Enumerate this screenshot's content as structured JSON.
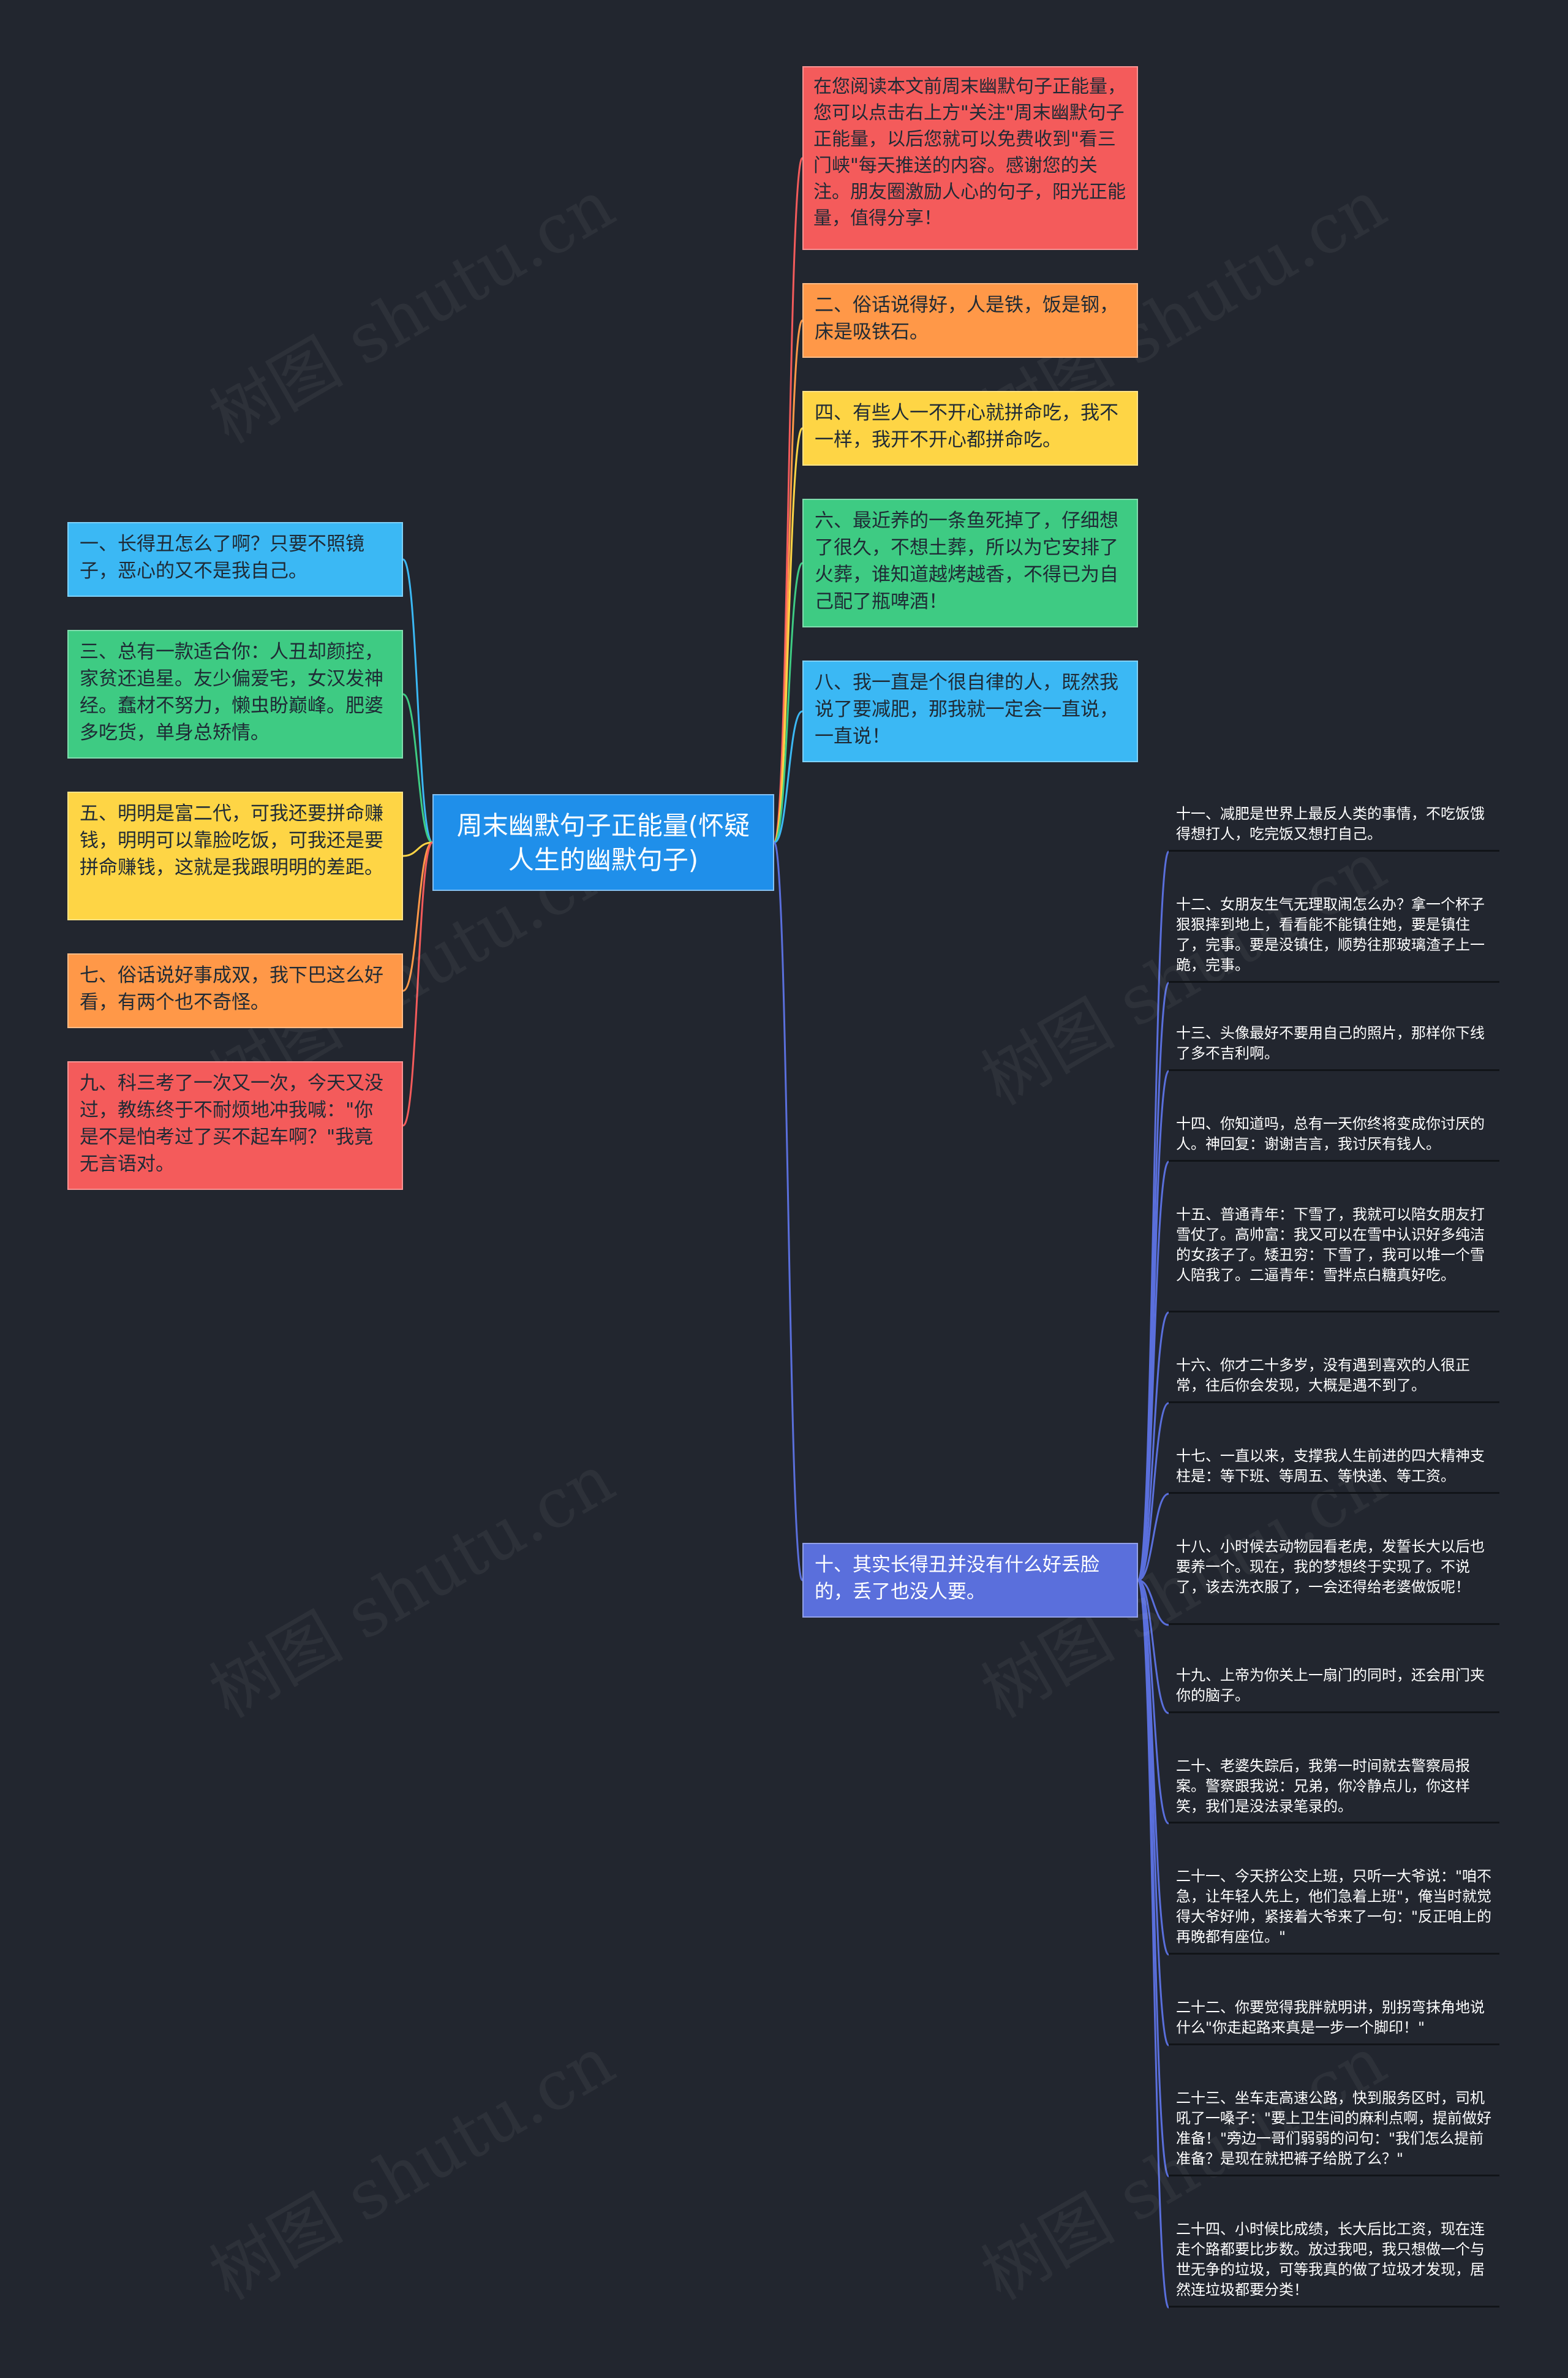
{
  "root": {
    "title": "周末幽默句子正能量(怀疑人生的幽默句子)"
  },
  "watermark": "树图 shutu.cn",
  "colors": {
    "background": "#22262f",
    "root": "#1f8fea",
    "red": "#f45b5b",
    "orange": "#ff9848",
    "yellow": "#fed545",
    "green": "#3ecb83",
    "blue": "#3bb8f4",
    "indigo": "#5a6fdc"
  },
  "left_nodes": [
    {
      "text": "一、长得丑怎么了啊？只要不照镜子，恶心的又不是我自己。",
      "color": "blue"
    },
    {
      "text": "三、总有一款适合你：人丑却颜控，家贫还追星。友少偏爱宅，女汉发神经。蠢材不努力，懒虫盼巅峰。肥婆多吃货，单身总矫情。",
      "color": "green"
    },
    {
      "text": "五、明明是富二代，可我还要拼命赚钱，明明可以靠脸吃饭，可我还是要拼命赚钱，这就是我跟明明的差距。",
      "color": "yellow"
    },
    {
      "text": "七、俗话说好事成双，我下巴这么好看，有两个也不奇怪。",
      "color": "orange"
    },
    {
      "text": "九、科三考了一次又一次，今天又没过，教练终于不耐烦地冲我喊：\"你是不是怕考过了买不起车啊？\"我竟无言语对。",
      "color": "red"
    }
  ],
  "right_nodes": [
    {
      "text": "在您阅读本文前周末幽默句子正能量，您可以点击右上方\"关注\"周末幽默句子正能量，以后您就可以免费收到\"看三门峡\"每天推送的内容。感谢您的关注。朋友圈激励人心的句子，阳光正能量，值得分享！",
      "color": "red"
    },
    {
      "text": "二、俗话说得好，人是铁，饭是钢，床是吸铁石。",
      "color": "orange"
    },
    {
      "text": "四、有些人一不开心就拼命吃，我不一样，我开不开心都拼命吃。",
      "color": "yellow"
    },
    {
      "text": "六、最近养的一条鱼死掉了，仔细想了很久，不想土葬，所以为它安排了火葬，谁知道越烤越香，不得已为自己配了瓶啤酒！",
      "color": "green"
    },
    {
      "text": "八、我一直是个很自律的人，既然我说了要减肥，那我就一定会一直说，一直说！",
      "color": "blue"
    },
    {
      "text": "十、其实长得丑并没有什么好丢脸的，丢了也没人要。",
      "color": "indigo"
    }
  ],
  "sub_nodes": [
    {
      "text": "十一、减肥是世界上最反人类的事情，不吃饭饿得想打人，吃完饭又想打自己。"
    },
    {
      "text": "十二、女朋友生气无理取闹怎么办？拿一个杯子狠狠摔到地上，看看能不能镇住她，要是镇住了，完事。要是没镇住，顺势往那玻璃渣子上一跪，完事。"
    },
    {
      "text": "十三、头像最好不要用自己的照片，那样你下线了多不吉利啊。"
    },
    {
      "text": "十四、你知道吗，总有一天你终将变成你讨厌的人。神回复：谢谢吉言，我讨厌有钱人。"
    },
    {
      "text": "十五、普通青年：下雪了，我就可以陪女朋友打雪仗了。高帅富：我又可以在雪中认识好多纯洁的女孩子了。矮丑穷：下雪了，我可以堆一个雪人陪我了。二逼青年：雪拌点白糖真好吃。"
    },
    {
      "text": "十六、你才二十多岁，没有遇到喜欢的人很正常，往后你会发现，大概是遇不到了。"
    },
    {
      "text": "十七、一直以来，支撑我人生前进的四大精神支柱是：等下班、等周五、等快递、等工资。"
    },
    {
      "text": "十八、小时候去动物园看老虎，发誓长大以后也要养一个。现在，我的梦想终于实现了。不说了，该去洗衣服了，一会还得给老婆做饭呢！"
    },
    {
      "text": "十九、上帝为你关上一扇门的同时，还会用门夹你的脑子。"
    },
    {
      "text": "二十、老婆失踪后，我第一时间就去警察局报案。警察跟我说：兄弟，你冷静点儿，你这样笑，我们是没法录笔录的。"
    },
    {
      "text": "二十一、今天挤公交上班，只听一大爷说：\"咱不急，让年轻人先上，他们急着上班\"，俺当时就觉得大爷好帅，紧接着大爷来了一句：\"反正咱上的再晚都有座位。\""
    },
    {
      "text": "二十二、你要觉得我胖就明讲，别拐弯抹角地说什么\"你走起路来真是一步一个脚印！\""
    },
    {
      "text": "二十三、坐车走高速公路，快到服务区时，司机吼了一嗓子：\"要上卫生间的麻利点啊，提前做好准备！\"旁边一哥们弱弱的问句：\"我们怎么提前准备？是现在就把裤子给脱了么？\""
    },
    {
      "text": "二十四、小时候比成绩，长大后比工资，现在连走个路都要比步数。放过我吧，我只想做一个与世无争的垃圾，可等我真的做了垃圾才发现，居然连垃圾都要分类！"
    }
  ]
}
